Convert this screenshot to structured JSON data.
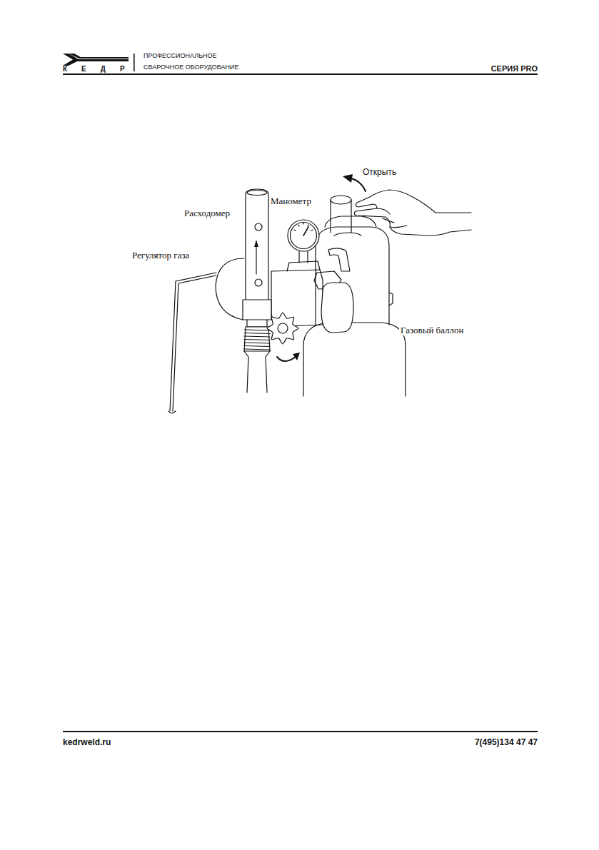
{
  "diagram": {
    "labels": [
      "КЕДР",
      "ПРОФЕССИОНАЛЬНОЕ",
      "СВАРОЧНОЕ ОБОРУДОВАНИЕ",
      "СЕРИЯ PRO",
      "Открыть",
      "Расходомер",
      "Манометр",
      "Регулятор газа",
      "Газовый баллон",
      "kedrweld.ru",
      "7(495)134 47 47"
    ]
  }
}
